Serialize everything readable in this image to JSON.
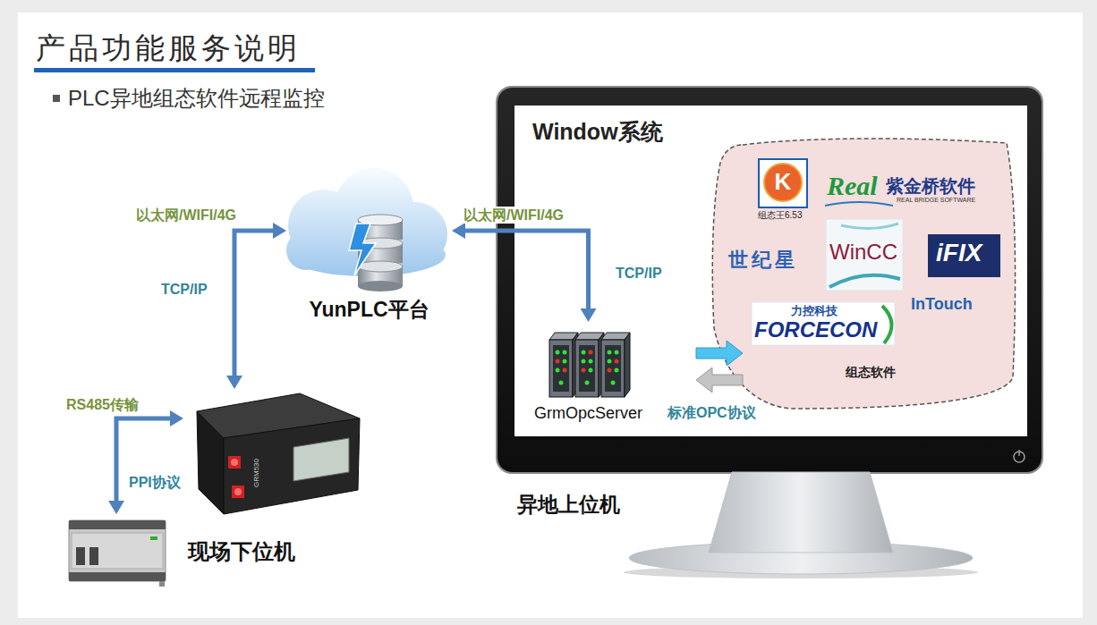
{
  "diagram": {
    "title": "产品功能服务说明",
    "nodes": [
      {
        "text": [
          "YunPLC平台"
        ]
      },
      {
        "text": [
          "GRM530"
        ]
      },
      {
        "text": [
          "现场下位机"
        ]
      },
      {
        "text": [
          "异地上位机"
        ]
      },
      {
        "text": [
          "Window系统"
        ],
        "in": 3
      },
      {
        "text": [
          "GrmOpcServer"
        ],
        "in": 4
      },
      {
        "text": [
          "组态软件"
        ],
        "in": 4
      }
    ],
    "edges": [
      {
        "from": 0,
        "to": 1,
        "label": "TCP/IP",
        "arrow": "both"
      },
      {
        "from": 0,
        "to": 5,
        "label": "TCP/IP",
        "arrow": "both"
      },
      {
        "from": 1,
        "to": 2,
        "label": "PPI协议",
        "arrow": "both"
      },
      {
        "from": 5,
        "to": 6,
        "label": "标准OPC协议",
        "arrow": "both"
      }
    ],
    "labels": [
      "PLC异地组态软件远程监控",
      "以太网/WIFI/4G",
      "以太网/WIFI/4G",
      "RS485传输",
      "K",
      "组态王6.53",
      "Real",
      "紫金桥软件",
      "REAL BRIDGE SOFTWARE",
      "世纪星",
      "WinCC",
      "iFIX",
      "InTouch",
      "力控科技",
      "FORCECON"
    ]
  }
}
